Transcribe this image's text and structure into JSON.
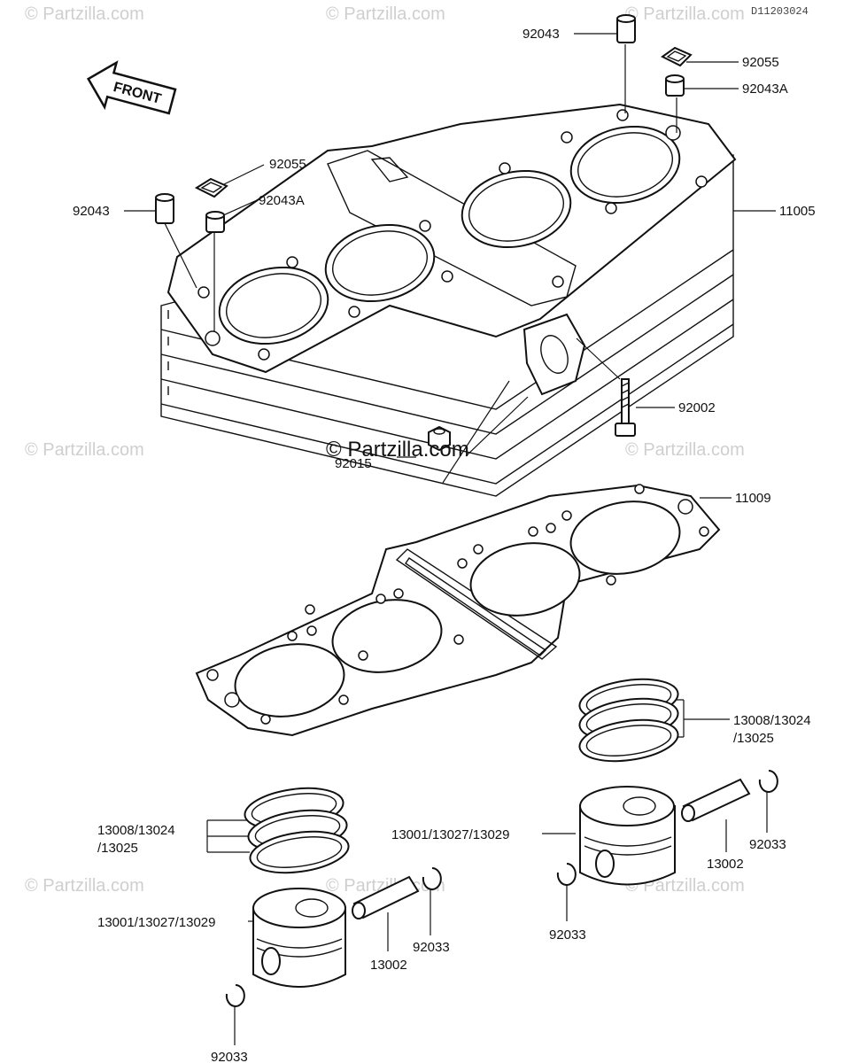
{
  "diagram_code": "D11203024",
  "watermark": {
    "text": "© Partzilla.com",
    "center_text": "© Partzilla.com"
  },
  "front_label": "FRONT",
  "callouts": {
    "c92043_top": "92043",
    "c92055_top": "92055",
    "c92043A_top": "92043A",
    "c92055_left": "92055",
    "c92043A_left": "92043A",
    "c92043_left": "92043",
    "c11005": "11005",
    "c92002": "92002",
    "c92015": "92015",
    "c11009": "11009",
    "rings_right_1": "13008/13024",
    "rings_right_2": "/13025",
    "piston_right": "13001/13027/13029",
    "pin_right": "13002",
    "clip_right_a": "92033",
    "clip_right_b": "92033",
    "rings_left_1": "13008/13024",
    "rings_left_2": "/13025",
    "piston_left": "13001/13027/13029",
    "pin_left": "13002",
    "clip_left_a": "92033",
    "clip_left_b": "92033"
  }
}
